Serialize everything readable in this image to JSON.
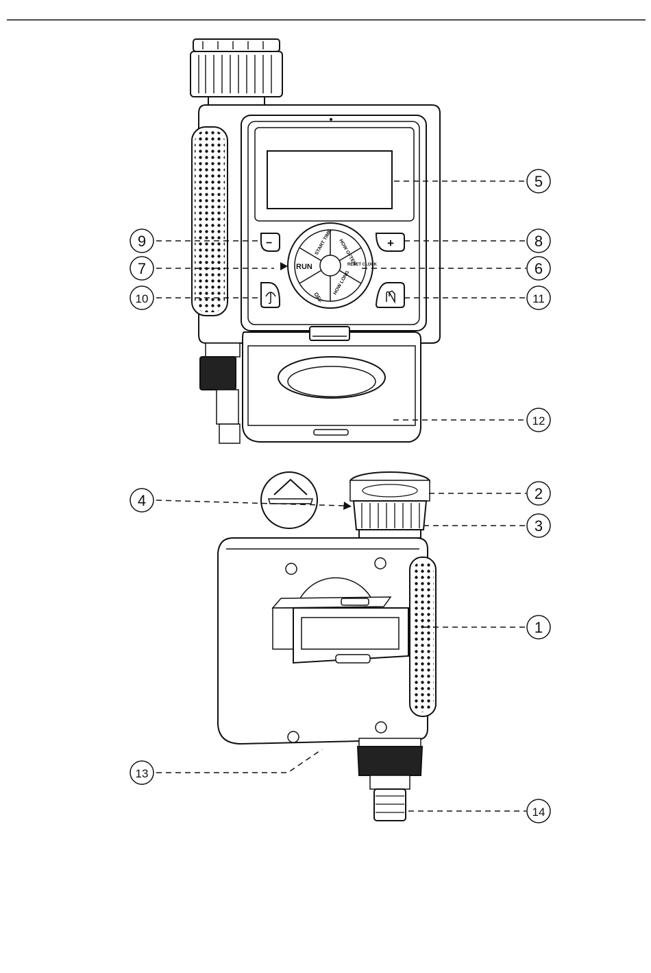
{
  "callouts": [
    {
      "id": "c1",
      "label": "①"
    },
    {
      "id": "c2",
      "label": "②"
    },
    {
      "id": "c3",
      "label": "③"
    },
    {
      "id": "c4",
      "label": "④"
    },
    {
      "id": "c5",
      "label": "⑤"
    },
    {
      "id": "c6",
      "label": "⑥"
    },
    {
      "id": "c7",
      "label": "⑦"
    },
    {
      "id": "c8",
      "label": "⑧"
    },
    {
      "id": "c9",
      "label": "⑨"
    },
    {
      "id": "c10",
      "label": "⑩"
    },
    {
      "id": "c11",
      "label": "⑪"
    },
    {
      "id": "c12",
      "label": "⑫"
    },
    {
      "id": "c13",
      "label": "⑬"
    },
    {
      "id": "c14",
      "label": "⑭"
    }
  ],
  "dial": {
    "center_label": "RUN",
    "seg_start_time": "START TIME",
    "seg_how_often": "HOW OFTEN",
    "seg_reset": "RESET CLOCK",
    "seg_how_long": "HOW LONG",
    "seg_off": "OFF"
  },
  "buttons": {
    "minus_symbol": "−",
    "plus_symbol": "+"
  }
}
